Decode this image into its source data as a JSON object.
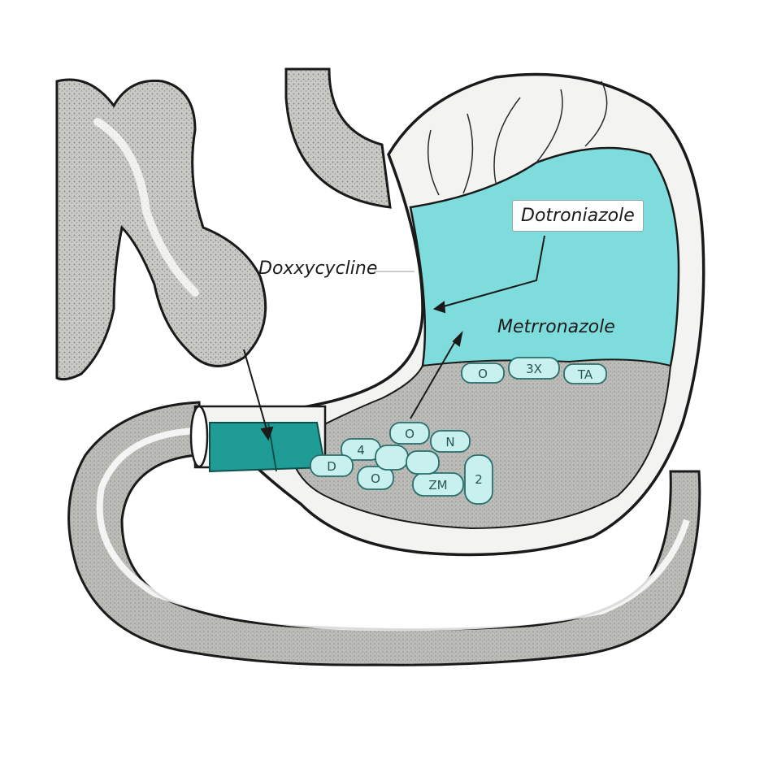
{
  "labels": {
    "top": "Dotroniazole",
    "left": "Doxxycycline",
    "middle": "Metrronazole"
  },
  "colors": {
    "stomach_fluid": "#7fdcdc",
    "stomach_wall": "#f3f4f2",
    "stomach_lower": "#b8b8b4",
    "intestine": "#bdbdbb",
    "capsule": "#1f9c96",
    "pill": "#c7f0ee",
    "outline": "#1a1a1a"
  },
  "pills": [
    {
      "text": "O"
    },
    {
      "text": "3X"
    },
    {
      "text": "TA"
    },
    {
      "text": "4"
    },
    {
      "text": "O"
    },
    {
      "text": "N"
    },
    {
      "text": "2"
    },
    {
      "text": "ZM"
    },
    {
      "text": "D"
    },
    {
      "text": "O"
    }
  ]
}
